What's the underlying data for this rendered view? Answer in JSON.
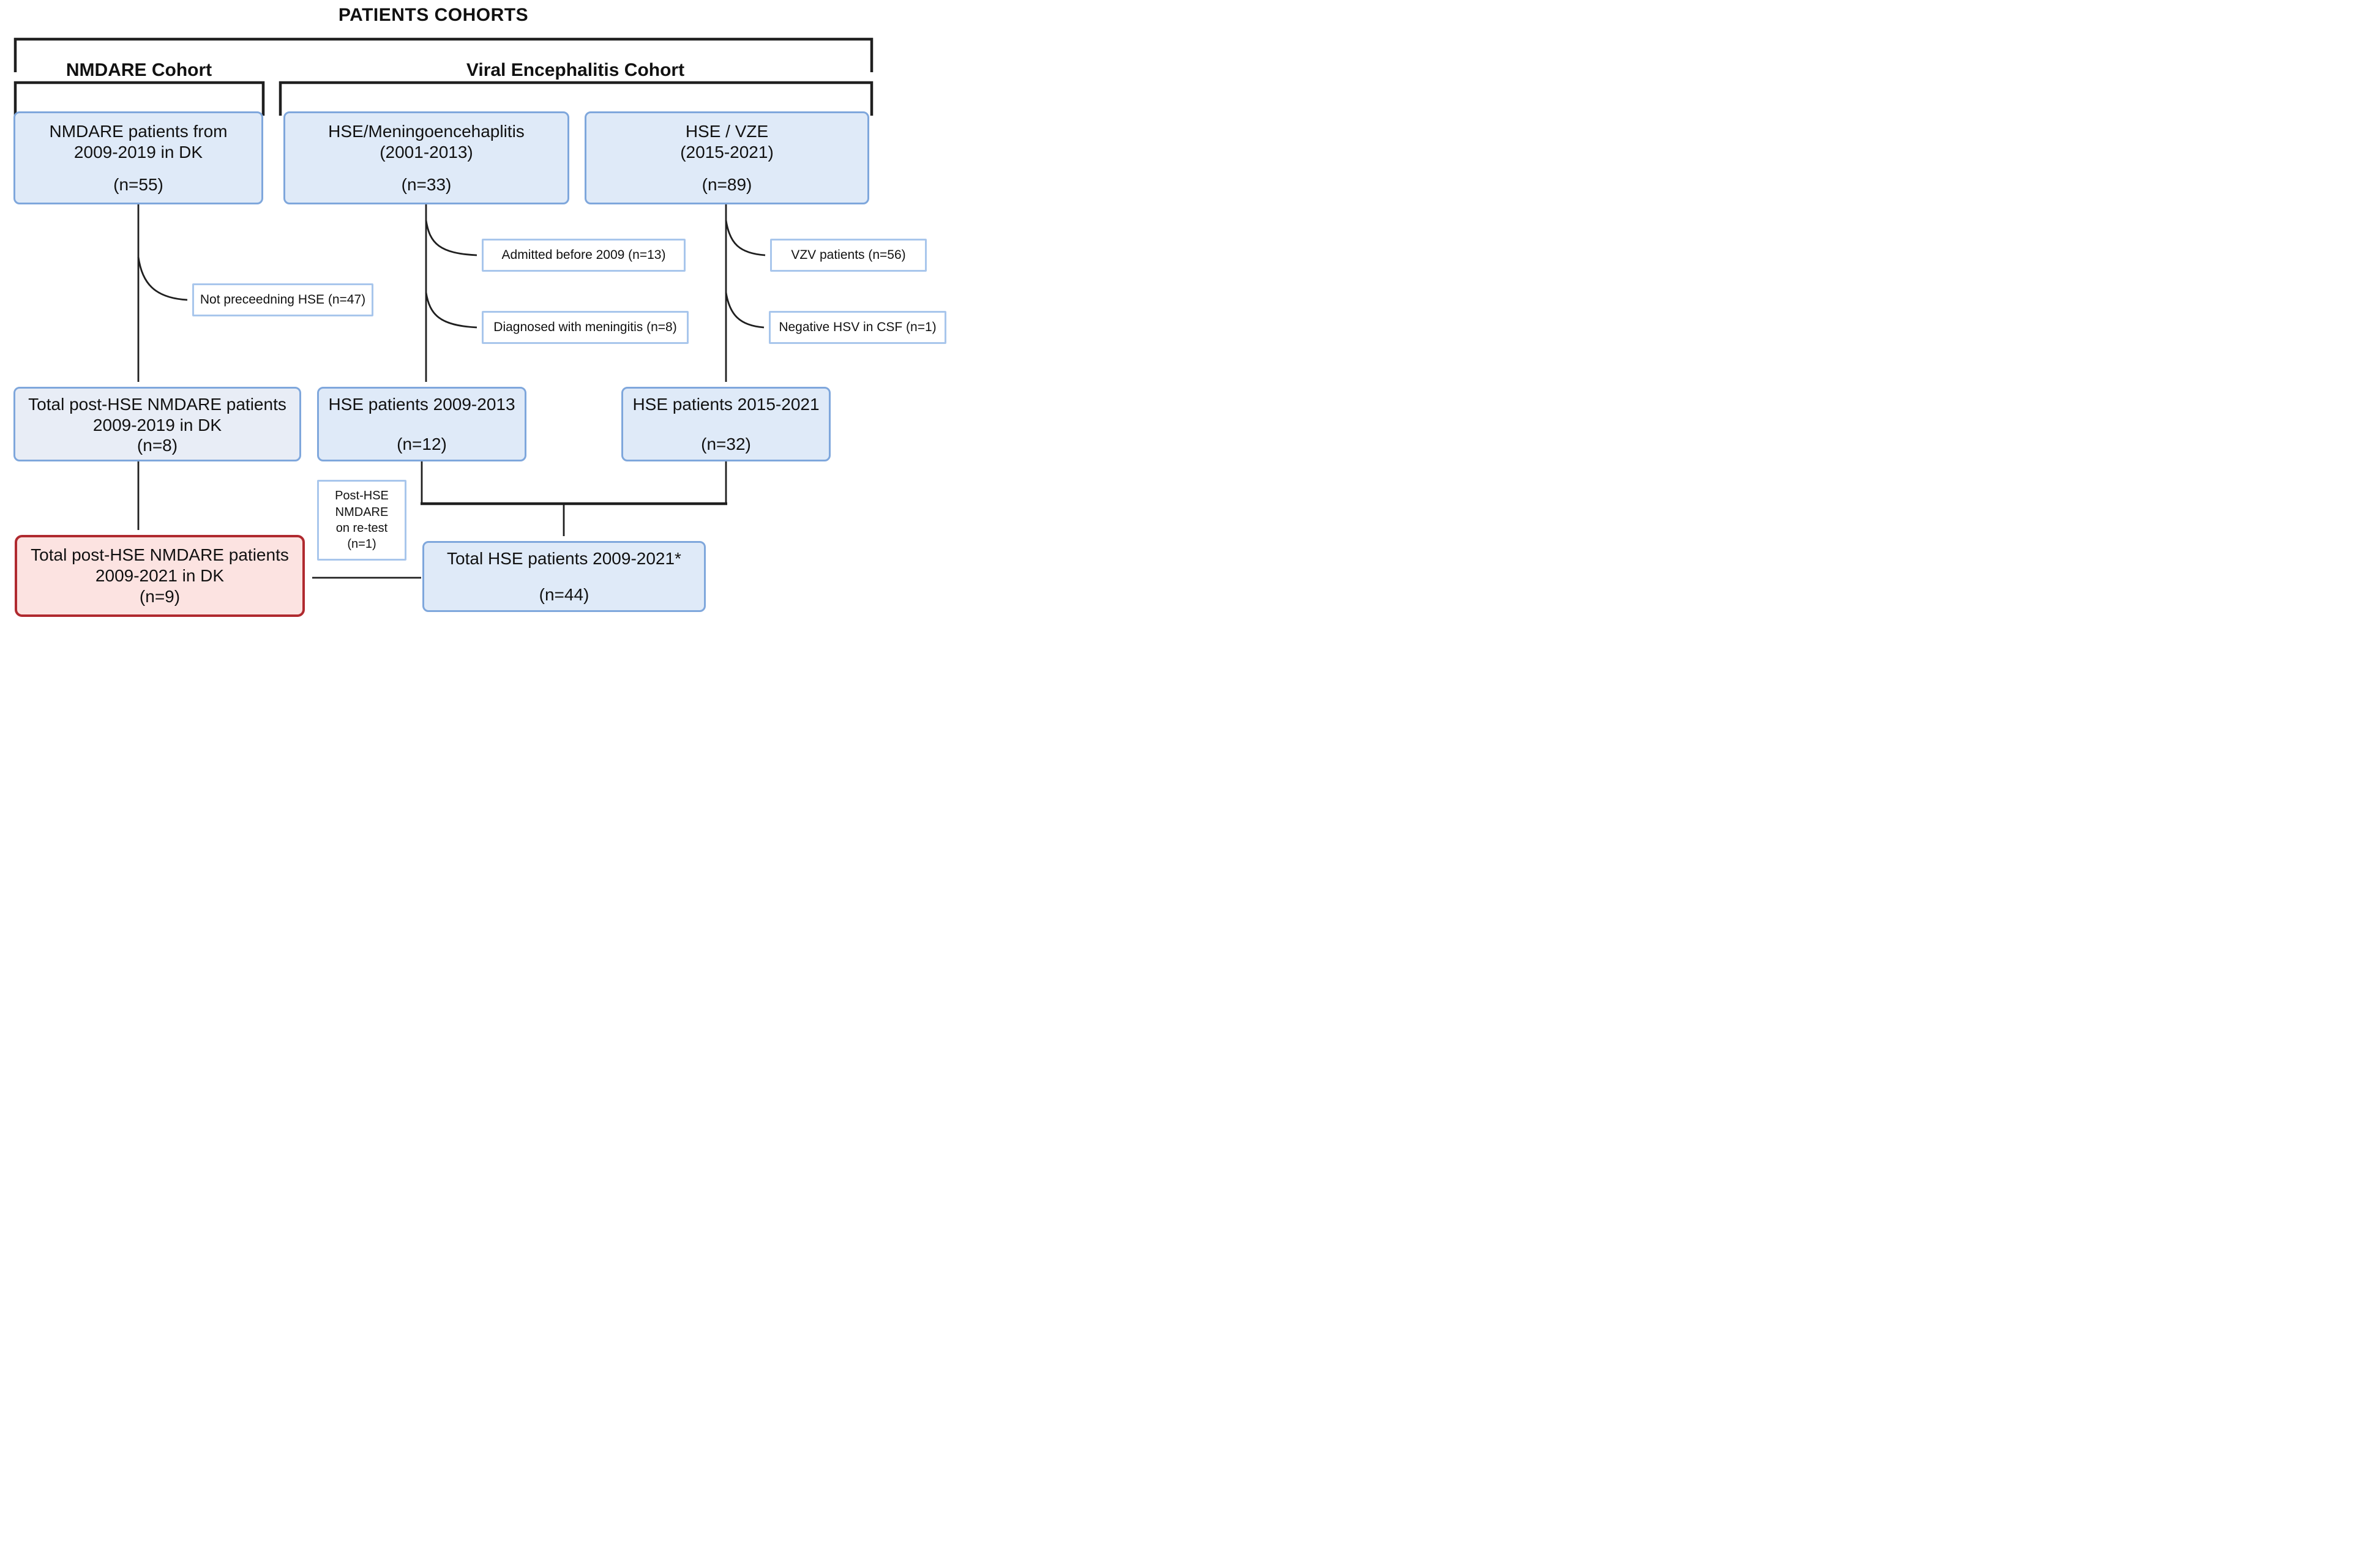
{
  "title": "PATIENTS COHORTS",
  "cohort_headers": {
    "nmdare": "NMDARE Cohort",
    "viral": "Viral Encephalitis Cohort"
  },
  "boxes": {
    "nmdare_source": {
      "label": "NMDARE patients from\n2009-2019 in DK",
      "n": "(n=55)"
    },
    "hse_meningo": {
      "label": "HSE/Meningoencehaplitis\n(2001-2013)",
      "n": "(n=33)"
    },
    "hse_vze": {
      "label": "HSE / VZE\n(2015-2021)",
      "n": "(n=89)"
    },
    "total_post_hse_2009_2019": {
      "label": "Total post-HSE NMDARE patients\n2009-2019 in DK",
      "n": "(n=8)"
    },
    "hse_2009_2013": {
      "label": "HSE patients 2009-2013",
      "n": "(n=12)"
    },
    "hse_2015_2021": {
      "label": "HSE patients 2015-2021",
      "n": "(n=32)"
    },
    "total_hse": {
      "label": "Total HSE patients 2009-2021*",
      "n": "(n=44)"
    },
    "retest": {
      "label": "Post-HSE\nNMDARE\non re-test\n(n=1)"
    },
    "total_post_hse_2009_2021": {
      "label": "Total post-HSE NMDARE patients\n2009-2021 in DK\n(n=9)"
    }
  },
  "exclusions": {
    "not_preceding_hse": "Not preceedning HSE (n=47)",
    "admitted_before_2009": "Admitted before 2009 (n=13)",
    "diagnosed_meningitis": "Diagnosed with meningitis (n=8)",
    "vzv_patients": "VZV patients (n=56)",
    "negative_hsv_csf": "Negative HSV in CSF (n=1)"
  },
  "colors": {
    "box_fill_blue": "#dfeaf8",
    "box_fill_blue_soft": "#e8edf6",
    "box_border_blue": "#7fa7dc",
    "exclusion_border": "#a8c6ec",
    "red_fill": "#fce3e1",
    "red_border": "#b02a2f",
    "line": "#1f1f1f"
  }
}
